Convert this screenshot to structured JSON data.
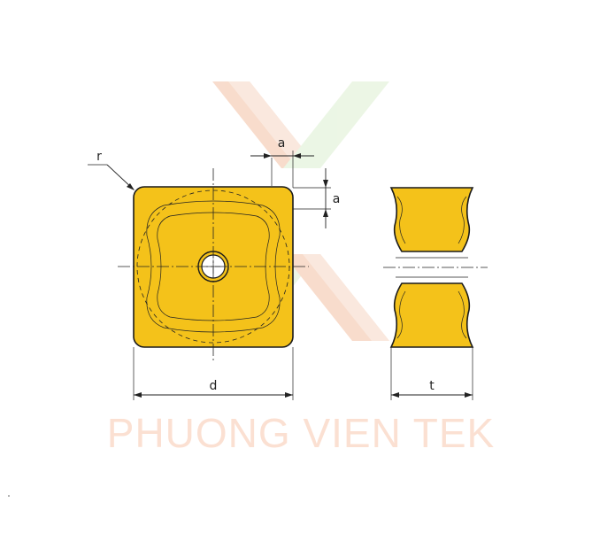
{
  "labels": {
    "radius": "r",
    "chamfer_h": "a",
    "chamfer_v": "a",
    "diameter": "d",
    "thickness": "t"
  },
  "watermark": {
    "text": "PHUONG VIEN TEK",
    "logo": "crossed-chevron-logo"
  },
  "colors": {
    "insert_fill": "#f4c21a",
    "outline": "#1a1a1a",
    "watermark": "#fbe0d2"
  }
}
